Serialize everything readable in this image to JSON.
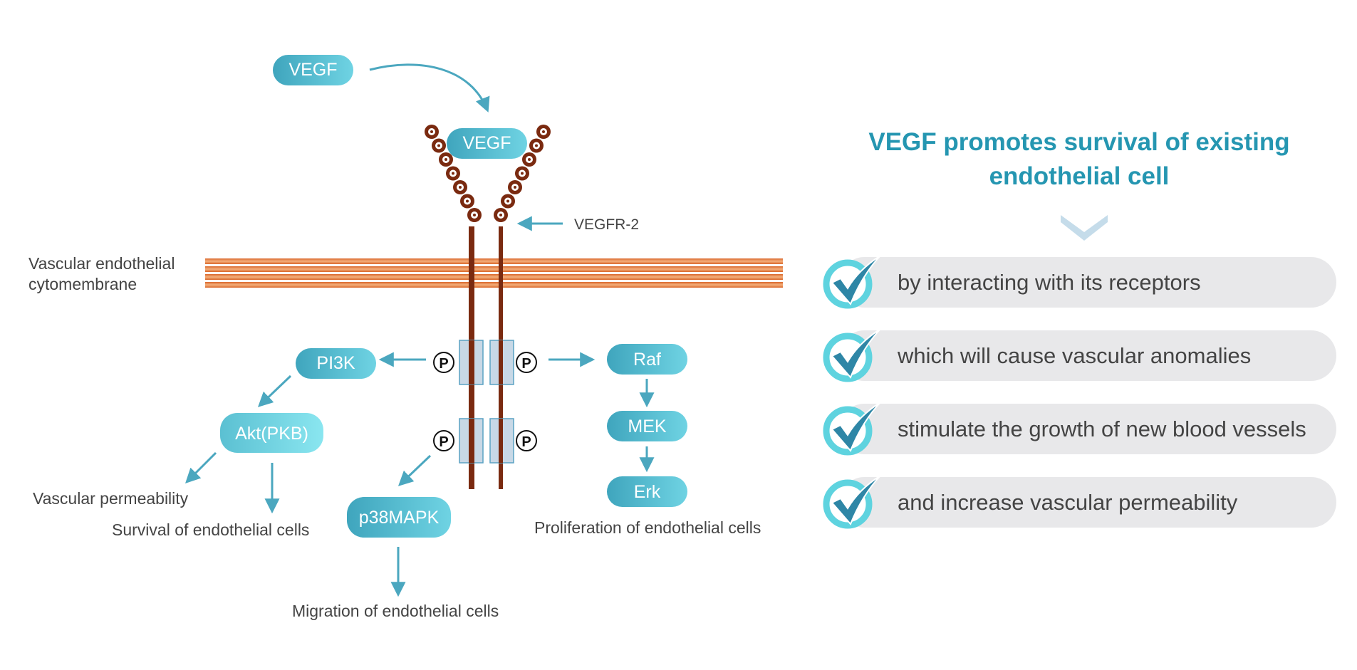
{
  "diagram": {
    "ligand_free": "VEGF",
    "ligand_bound": "VEGF",
    "receptor_label": "VEGFR-2",
    "membrane_label_line1": "Vascular endothelial",
    "membrane_label_line2": "cytomembrane",
    "phospho": "P",
    "nodes": {
      "pi3k": "PI3K",
      "akt": "Akt(PKB)",
      "p38": "p38MAPK",
      "raf": "Raf",
      "mek": "MEK",
      "erk": "Erk"
    },
    "outcomes": {
      "permeability": "Vascular permeability",
      "survival": "Survival of endothelial cells",
      "migration": "Migration of endothelial cells",
      "proliferation": "Proliferation of endothelial cells"
    },
    "colors": {
      "pill_dark": "#3fa5bd",
      "pill_light": "#6fd3e3",
      "arrow": "#4ba7bf",
      "receptor": "#7a2a10",
      "membrane": "#e07a3c",
      "domain_box": "#c8d8e6"
    }
  },
  "panel": {
    "title_line1": "VEGF promotes survival of existing",
    "title_line2": "endothelial cell",
    "items": [
      {
        "text": "by interacting with its receptors",
        "icon": "check-icon"
      },
      {
        "text": "which will cause vascular anomalies",
        "icon": "check-icon"
      },
      {
        "text": "stimulate the growth of new blood vessels",
        "icon": "check-icon"
      },
      {
        "text": "and increase vascular permeability",
        "icon": "check-icon"
      }
    ],
    "colors": {
      "title": "#2596b1",
      "check_ring": "#5ed3df",
      "check_mark": "#2e86a6",
      "bar": "#e8e8ea"
    }
  }
}
